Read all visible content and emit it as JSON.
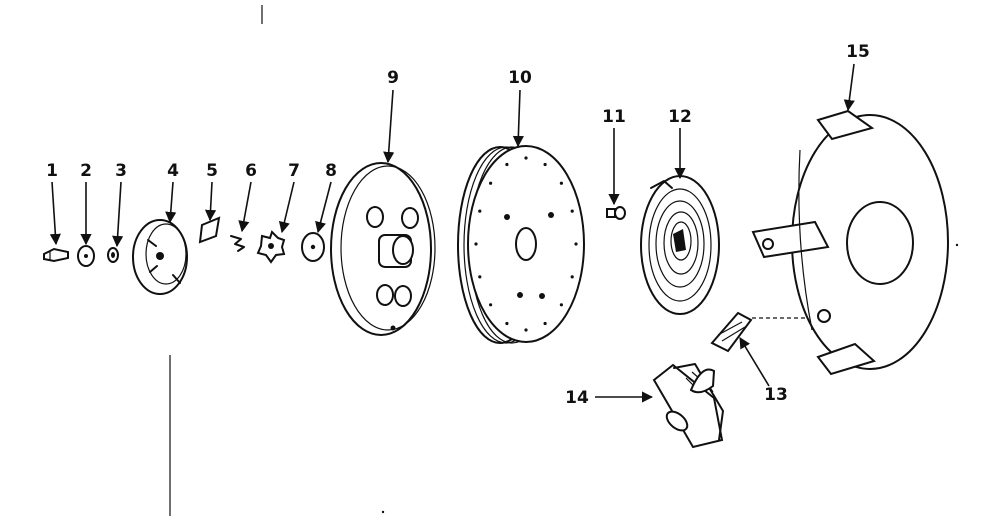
{
  "diagram": {
    "type": "exploded-parts-view",
    "labels": [
      "1",
      "2",
      "3",
      "4",
      "5",
      "6",
      "7",
      "8",
      "9",
      "10",
      "11",
      "12",
      "13",
      "14",
      "15"
    ],
    "colors": {
      "ink": "#111111",
      "paper": "#ffffff"
    }
  }
}
